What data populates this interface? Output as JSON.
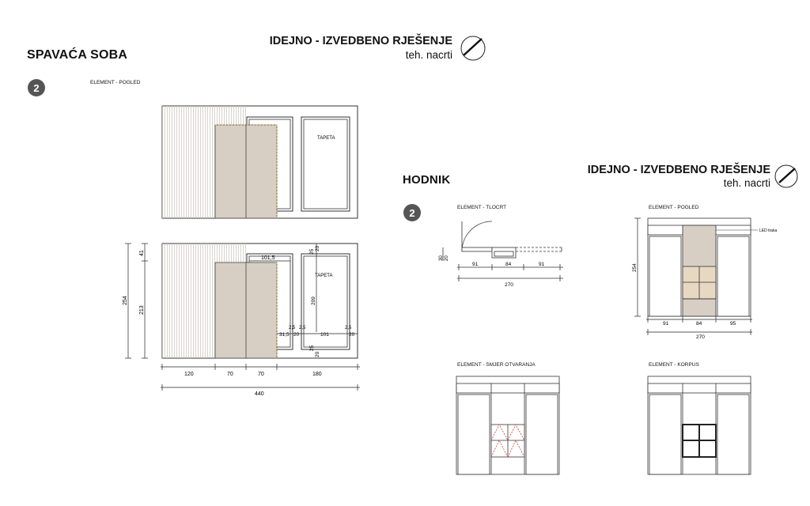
{
  "bedroom": {
    "title": "SPAVAĆA SOBA",
    "badge": "2",
    "element_label": "ELEMENT - POGLED",
    "header_title": "IDEJNO - IZVEDBENO RJEŠENJE",
    "header_sub": "teh. nacrti",
    "tapeta_top": "TAPETA",
    "tapeta_bottom": "TAPETA",
    "dims": {
      "d101_5": "101,5",
      "d25_top": "25",
      "d20_top": "20",
      "d209": "209",
      "d254": "254",
      "d213": "213",
      "d41": "41",
      "d2_5_a": "2,5",
      "d2_5_b": "2,5",
      "d2_5_c": "2,5",
      "d31_5": "31,5",
      "d20_a": "20",
      "d20_b": "20",
      "d101": "101",
      "d25_bot": "25",
      "d20_bot": "20",
      "d120": "120",
      "d70_a": "70",
      "d70_b": "70",
      "d180": "180",
      "d440": "440"
    }
  },
  "hallway": {
    "title": "HODNIK",
    "badge": "2",
    "header_title": "IDEJNO - IZVEDBENO RJEŠENJE",
    "header_sub": "teh. nacrti",
    "plan_label": "ELEMENT - TLOCRT",
    "view_label": "ELEMENT - POGLED",
    "opening_label": "ELEMENT - SMJER OTVARANJA",
    "carcass_label": "ELEMENT - KORPUS",
    "led_label": "LED traka",
    "plan_dims": {
      "d30": "30",
      "d20": "20",
      "d91_a": "91",
      "d84": "84",
      "d91_b": "91",
      "d270": "270"
    },
    "view_dims": {
      "d254": "254",
      "d91": "91",
      "d84": "84",
      "d95": "95",
      "d270": "270"
    }
  },
  "colors": {
    "panel": "#d8cfc4",
    "stripes": "#cfc8c0",
    "outline": "#333333",
    "badge": "#555555",
    "dashed": "#d04040",
    "wood": "#e7d8c2"
  },
  "icons": {
    "compass": "north-arrow-icon"
  }
}
